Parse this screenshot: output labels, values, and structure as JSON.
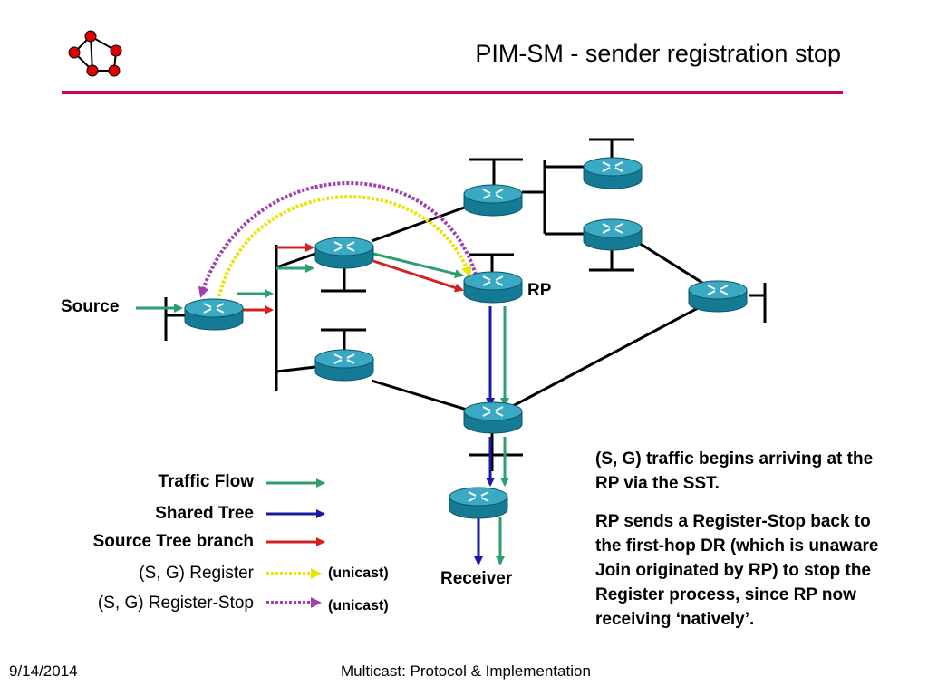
{
  "title": "PIM-SM - sender registration stop",
  "colors": {
    "title_rule": "#cc0066",
    "traffic_flow": "#2e9e6e",
    "shared_tree": "#1a1aa6",
    "source_tree_branch": "#d42020",
    "register": "#e6e600",
    "register_stop": "#a040b0",
    "router_fill": "#1a8aa6",
    "logo_node": "#e00000"
  },
  "icons": {
    "logo": "network-graph-icon",
    "router": "router-icon"
  },
  "labels": {
    "source": "Source",
    "rp": "RP",
    "receiver": "Receiver"
  },
  "legend": [
    {
      "label": "Traffic Flow",
      "style": "traffic_flow",
      "note": ""
    },
    {
      "label": "Shared Tree",
      "style": "shared_tree",
      "note": ""
    },
    {
      "label": "Source Tree branch",
      "style": "source_tree_branch",
      "note": ""
    },
    {
      "label": "(S, G) Register",
      "style": "register",
      "note": "(unicast)"
    },
    {
      "label": "(S, G) Register-Stop",
      "style": "register_stop",
      "note": "(unicast)"
    }
  ],
  "notes": {
    "para1": "(S, G) traffic begins arriving at the RP via the SST.",
    "para2": "RP sends a Register-Stop back to the first-hop DR (which is unaware Join originated by RP) to stop the Register process, since RP now receiving ‘natively’."
  },
  "footer": {
    "date": "9/14/2014",
    "center": "Multicast: Protocol & Implementation"
  }
}
